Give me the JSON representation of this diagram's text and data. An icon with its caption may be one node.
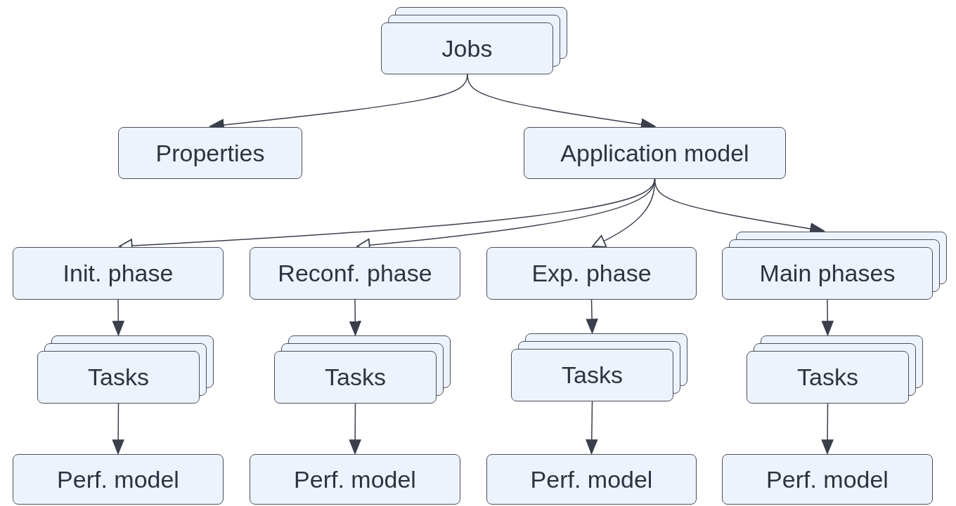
{
  "diagram": {
    "nodes": [
      {
        "text": [
          "Jobs"
        ]
      },
      {
        "text": [
          "Properties"
        ]
      },
      {
        "text": [
          "Application model"
        ]
      },
      {
        "text": [
          "Init. phase"
        ]
      },
      {
        "text": [
          "Reconf. phase"
        ]
      },
      {
        "text": [
          "Exp. phase"
        ]
      },
      {
        "text": [
          "Main phases"
        ]
      },
      {
        "text": [
          "Tasks"
        ]
      },
      {
        "text": [
          "Tasks"
        ]
      },
      {
        "text": [
          "Tasks"
        ]
      },
      {
        "text": [
          "Tasks"
        ]
      },
      {
        "text": [
          "Perf. model"
        ]
      },
      {
        "text": [
          "Perf. model"
        ]
      },
      {
        "text": [
          "Perf. model"
        ]
      },
      {
        "text": [
          "Perf. model"
        ]
      }
    ],
    "edges": [
      {
        "from": 0,
        "to": 1,
        "arrow": "to"
      },
      {
        "from": 0,
        "to": 2,
        "arrow": "to"
      },
      {
        "from": 2,
        "to": 3,
        "arrow": "to"
      },
      {
        "from": 2,
        "to": 4,
        "arrow": "to"
      },
      {
        "from": 2,
        "to": 5,
        "arrow": "to"
      },
      {
        "from": 2,
        "to": 6,
        "arrow": "to"
      },
      {
        "from": 3,
        "to": 7,
        "arrow": "to"
      },
      {
        "from": 4,
        "to": 8,
        "arrow": "to"
      },
      {
        "from": 5,
        "to": 9,
        "arrow": "to"
      },
      {
        "from": 6,
        "to": 10,
        "arrow": "to"
      },
      {
        "from": 7,
        "to": 11,
        "arrow": "to"
      },
      {
        "from": 8,
        "to": 12,
        "arrow": "to"
      },
      {
        "from": 9,
        "to": 13,
        "arrow": "to"
      },
      {
        "from": 10,
        "to": 14,
        "arrow": "to"
      }
    ]
  }
}
